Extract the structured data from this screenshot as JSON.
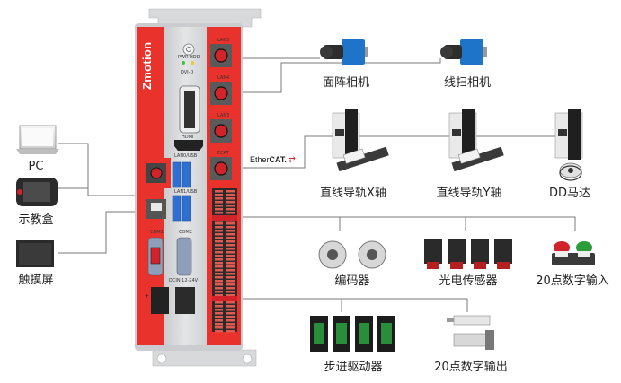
{
  "controller": {
    "brand": "Zmotion",
    "pwr_label": "PWR HDD",
    "dvi_label": "DVI-D",
    "hdmi_label": "HDMI",
    "lan_usb_label_1": "LAN0/USB",
    "lan_usb_label_2": "LAN1/USB",
    "com1_label": "COM1",
    "com2_label": "COM2",
    "power_label": "DCIN 12-24V",
    "ports": [
      "LAN5",
      "LAN4",
      "LAN3",
      "ECAT"
    ]
  },
  "bus": {
    "ethercat_prefix": "Ether",
    "ethercat_bold": "CAT."
  },
  "left_devices": {
    "pc": "PC",
    "teach_pendant": "示教盒",
    "touchscreen": "触摸屏"
  },
  "cameras": {
    "area_camera": "面阵相机",
    "line_camera": "线扫相机"
  },
  "motion": {
    "linear_x": "直线导轨X轴",
    "linear_y": "直线导轨Y轴",
    "dd_motor": "DD马达"
  },
  "io_devices": {
    "encoder": "编码器",
    "photo_sensor": "光电传感器",
    "digital_input": "20点数字输入",
    "stepper_driver": "步进驱动器",
    "digital_output": "20点数字输出"
  },
  "colors": {
    "controller_red": "#e8322b",
    "controller_body": "#d9dadc",
    "connector_line": "#7a7a7a",
    "usb_blue": "#2f6fd1",
    "camera_blue": "#1d74c9"
  }
}
